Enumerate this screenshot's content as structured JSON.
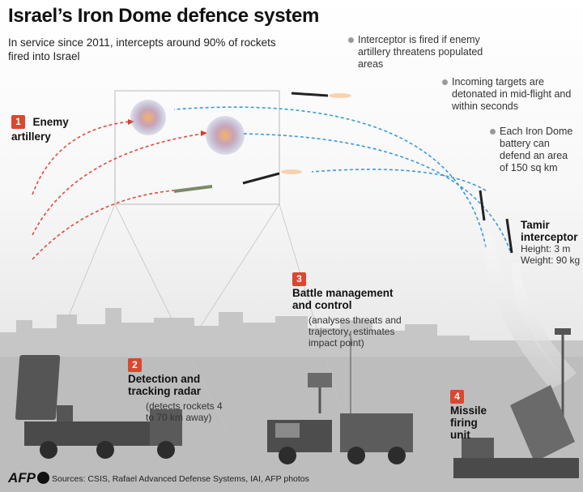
{
  "header": {
    "title": "Israel’s Iron Dome defence system",
    "subtitle": "In service since 2011, intercepts around 90% of rockets fired into Israel"
  },
  "bullets": [
    "Interceptor is fired if enemy artillery threatens populated areas",
    "Incoming targets are detonated in mid-flight and within seconds",
    "Each Iron Dome battery can defend an area of 150 sq km"
  ],
  "labels": {
    "enemy": {
      "num": "1",
      "title": "Enemy artillery"
    },
    "radar": {
      "num": "2",
      "title": "Detection and tracking radar",
      "detail": "(detects rockets 4 to 70 km away)"
    },
    "battle": {
      "num": "3",
      "title": "Battle management and control",
      "detail": "(analyses threats and trajectory, estimates impact point)"
    },
    "firing": {
      "num": "4",
      "title": "Missile firing unit"
    },
    "tamir": {
      "title": "Tamir interceptor",
      "height": "Height: 3 m",
      "weight": "Weight: 90 kg"
    }
  },
  "footer": {
    "brand": "AFP",
    "sources": "Sources: CSIS, Rafael Advanced Defense Systems, IAI, AFP photos"
  },
  "colors": {
    "accent_red": "#d9482f",
    "interceptor_blue": "#3a9bd8",
    "rocket_red": "#e0392a"
  }
}
